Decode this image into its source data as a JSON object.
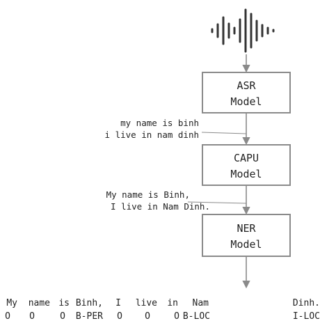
{
  "models": [
    {
      "line1": "ASR",
      "line2": "Model"
    },
    {
      "line1": "CAPU",
      "line2": "Model"
    },
    {
      "line1": "NER",
      "line2": "Model"
    }
  ],
  "asr_output": {
    "line1": "my name is binh",
    "line2": "i live in nam dinh"
  },
  "capu_output": {
    "line1": "My name is Binh,",
    "line2": "I live in Nam Dinh."
  },
  "ner_output": {
    "tokens": [
      "My",
      "name",
      "is",
      "Binh,",
      "I",
      "live",
      "in",
      "Nam",
      "Dinh."
    ],
    "tags": [
      "O",
      "O",
      "O",
      "B-PER",
      "O",
      "O",
      "O",
      "B-LOC",
      "I-LOC"
    ]
  },
  "icons": {
    "input": "waveform-icon"
  },
  "colors": {
    "box_fill": "#ffffff",
    "box_border": "#8a8a8a",
    "arrow": "#8a8a8a",
    "text": "#222222"
  }
}
